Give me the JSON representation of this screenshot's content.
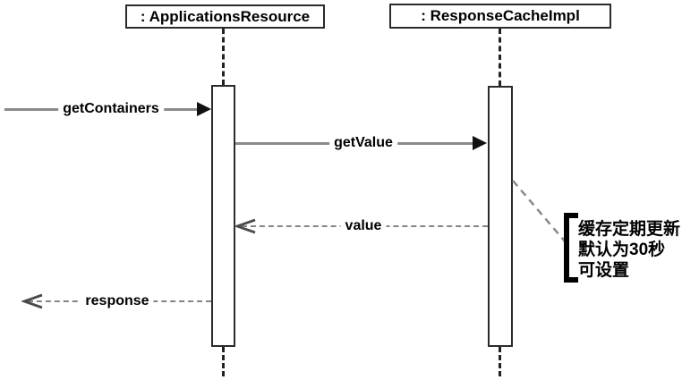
{
  "diagram": {
    "type": "uml-sequence",
    "lifelines": [
      {
        "label": ": ApplicationsResource"
      },
      {
        "label": ": ResponseCacheImpl"
      }
    ],
    "messages": [
      {
        "label": "getContainers",
        "type": "sync-call",
        "direction": "right"
      },
      {
        "label": "getValue",
        "type": "sync-call",
        "direction": "right"
      },
      {
        "label": "value",
        "type": "return",
        "direction": "left"
      },
      {
        "label": "response",
        "type": "return",
        "direction": "left"
      }
    ],
    "note": {
      "lines": [
        "缓存定期更新",
        "默认为30秒",
        "可设置"
      ]
    },
    "colors": {
      "border_dark": "#2b2b2b",
      "line_gray": "#8a8a8a",
      "arrow_black": "#111111",
      "text_black": "#000000",
      "background": "#ffffff"
    }
  }
}
